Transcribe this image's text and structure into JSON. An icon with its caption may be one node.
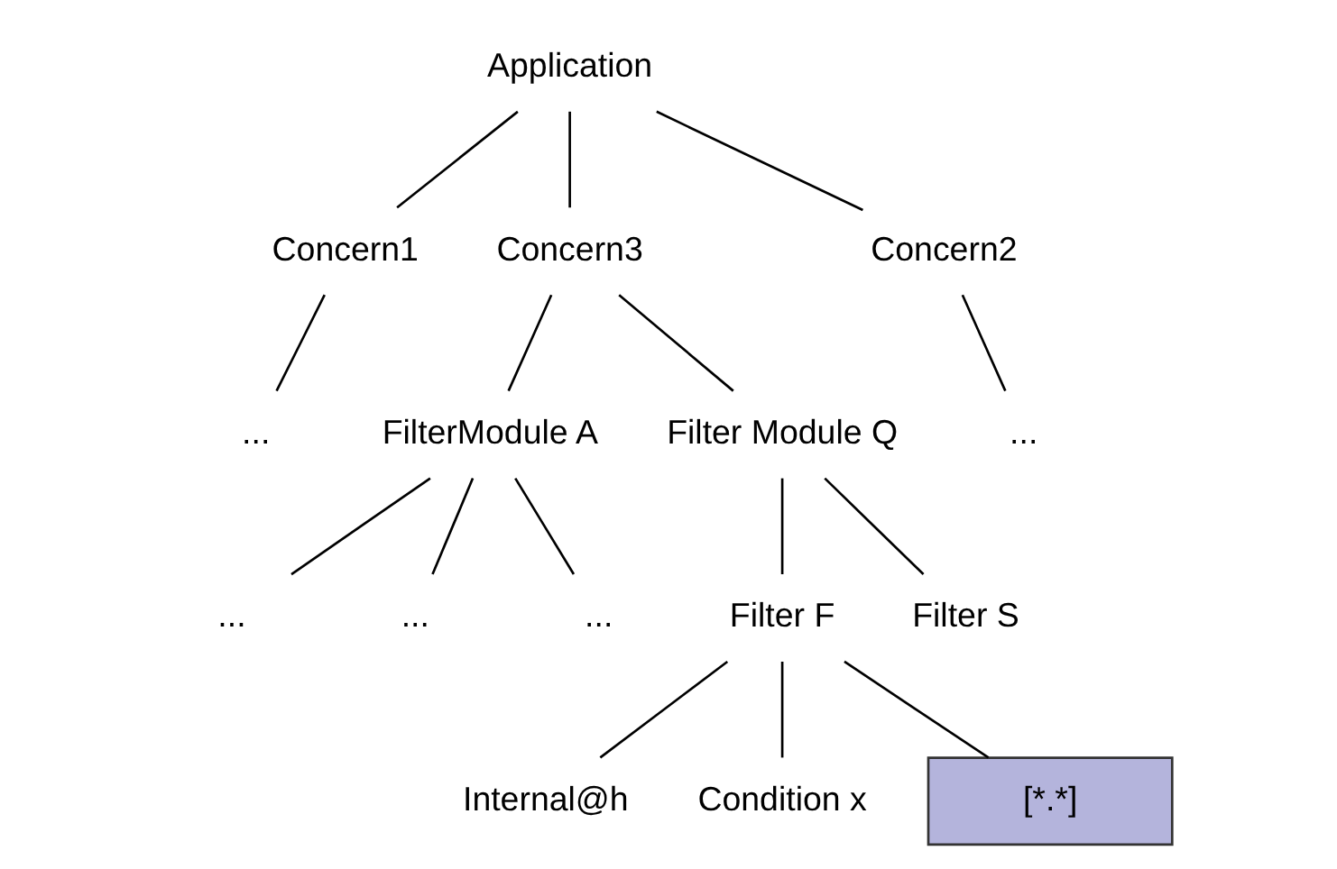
{
  "diagram": {
    "nodes": [
      {
        "text": [
          "Application"
        ]
      },
      {
        "text": [
          "Concern1"
        ]
      },
      {
        "text": [
          "Concern3"
        ]
      },
      {
        "text": [
          "Concern2"
        ]
      },
      {
        "text": [
          "..."
        ]
      },
      {
        "text": [
          "FilterModule A"
        ]
      },
      {
        "text": [
          "Filter Module Q"
        ]
      },
      {
        "text": [
          "..."
        ]
      },
      {
        "text": [
          "..."
        ]
      },
      {
        "text": [
          "..."
        ]
      },
      {
        "text": [
          "..."
        ]
      },
      {
        "text": [
          "Filter F"
        ]
      },
      {
        "text": [
          "Filter S"
        ]
      },
      {
        "text": [
          "Internal@h"
        ]
      },
      {
        "text": [
          "Condition x"
        ]
      },
      {
        "text": [
          "[*.*]"
        ]
      }
    ],
    "edges": [
      {
        "from": 0,
        "to": 1,
        "arrow": "none"
      },
      {
        "from": 0,
        "to": 2,
        "arrow": "none"
      },
      {
        "from": 0,
        "to": 3,
        "arrow": "none"
      },
      {
        "from": 1,
        "to": 4,
        "arrow": "none"
      },
      {
        "from": 2,
        "to": 5,
        "arrow": "none"
      },
      {
        "from": 2,
        "to": 6,
        "arrow": "none"
      },
      {
        "from": 3,
        "to": 7,
        "arrow": "none"
      },
      {
        "from": 5,
        "to": 8,
        "arrow": "none"
      },
      {
        "from": 5,
        "to": 9,
        "arrow": "none"
      },
      {
        "from": 5,
        "to": 10,
        "arrow": "none"
      },
      {
        "from": 6,
        "to": 11,
        "arrow": "none"
      },
      {
        "from": 6,
        "to": 12,
        "arrow": "none"
      },
      {
        "from": 11,
        "to": 13,
        "arrow": "none"
      },
      {
        "from": 11,
        "to": 14,
        "arrow": "none"
      },
      {
        "from": 11,
        "to": 15,
        "arrow": "none"
      }
    ]
  }
}
